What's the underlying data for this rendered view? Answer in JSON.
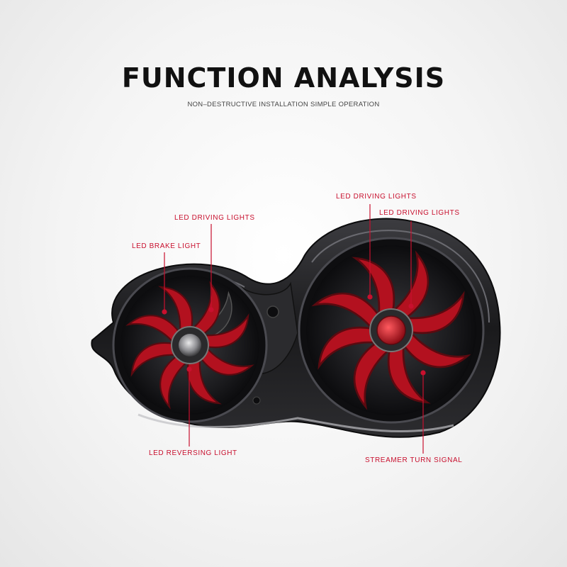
{
  "header": {
    "title": "FUNCTION ANALYSIS",
    "subtitle": "NON–DESTRUCTIVE INSTALLATION SIMPLE OPERATION"
  },
  "labels": {
    "left_driving": "LED DRIVING LIGHTS",
    "left_brake": "LED BRAKE LIGHT",
    "left_reversing": "LED REVERSING LIGHT",
    "right_driving_1": "LED DRIVING LIGHTS",
    "right_driving_2": "LED DRIVING LIGHTS",
    "right_turn": "STREAMER TURN SIGNAL"
  },
  "colors": {
    "accent": "#c8102e",
    "housing": "#1a1a1c",
    "lens_red": "#b3111f"
  }
}
